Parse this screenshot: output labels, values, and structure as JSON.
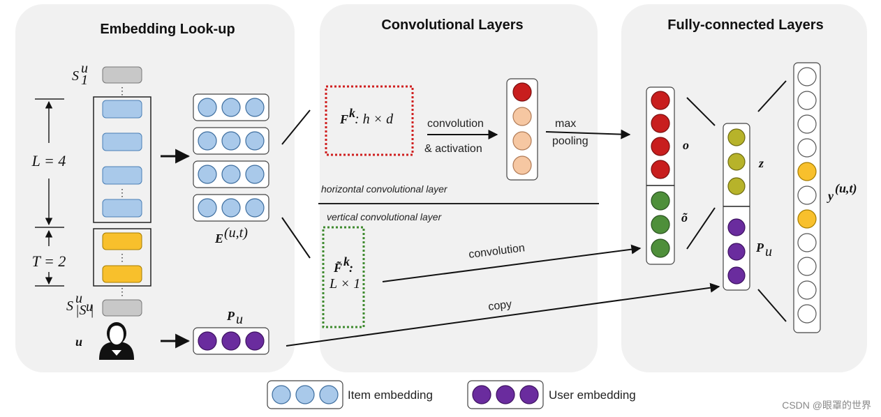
{
  "panels": {
    "embedding": {
      "title": "Embedding Look-up"
    },
    "conv": {
      "title": "Convolutional Layers"
    },
    "fc": {
      "title": "Fully-connected Layers"
    }
  },
  "embedding": {
    "s1": "S",
    "s1_sup": "u",
    "s1_sub": "1",
    "slast": "S",
    "slast_sup": "u",
    "slast_sub": "|S",
    "slast_sub_sup": "u",
    "slast_sub_end": "|",
    "L_label": "L = 4",
    "T_label": "T = 2",
    "E_label": "E",
    "E_sup": "(u,t)",
    "u_label": "u",
    "Pu_label": "P",
    "Pu_sub": "u"
  },
  "conv": {
    "horiz_filter": "F",
    "horiz_filter_sup": "k",
    "horiz_filter_dim": ": h × d",
    "conv_label_1": "convolution",
    "conv_label_2": "& activation",
    "maxpool_1": "max",
    "maxpool_2": "pooling",
    "horiz_layer": "horizontal convolutional layer",
    "vert_layer": "vertical convolutional layer",
    "vert_filter": "F̃",
    "vert_filter_sup": "k",
    "vert_filter_colon": ":",
    "vert_filter_dim": "L × 1",
    "vert_conv": "convolution",
    "copy": "copy"
  },
  "fc": {
    "o": "o",
    "o_tilde": "õ",
    "z": "z",
    "Pu": "P",
    "Pu_sub": "u",
    "y": "y",
    "y_sup": "(u,t)"
  },
  "legend": {
    "item": "Item embedding",
    "user": "User embedding"
  },
  "watermark": "CSDN @眼罩的世界",
  "colors": {
    "panel_bg": "#f1f1f1",
    "item_blue": "#a9c9ea",
    "user_purple": "#6a2c9e",
    "target_yellow": "#f8c02c",
    "red": "#c81e1e",
    "peach": "#f6c7a2",
    "green": "#4e8f3a",
    "olive": "#b7b32a",
    "gray_box": "#c8c8c8"
  }
}
